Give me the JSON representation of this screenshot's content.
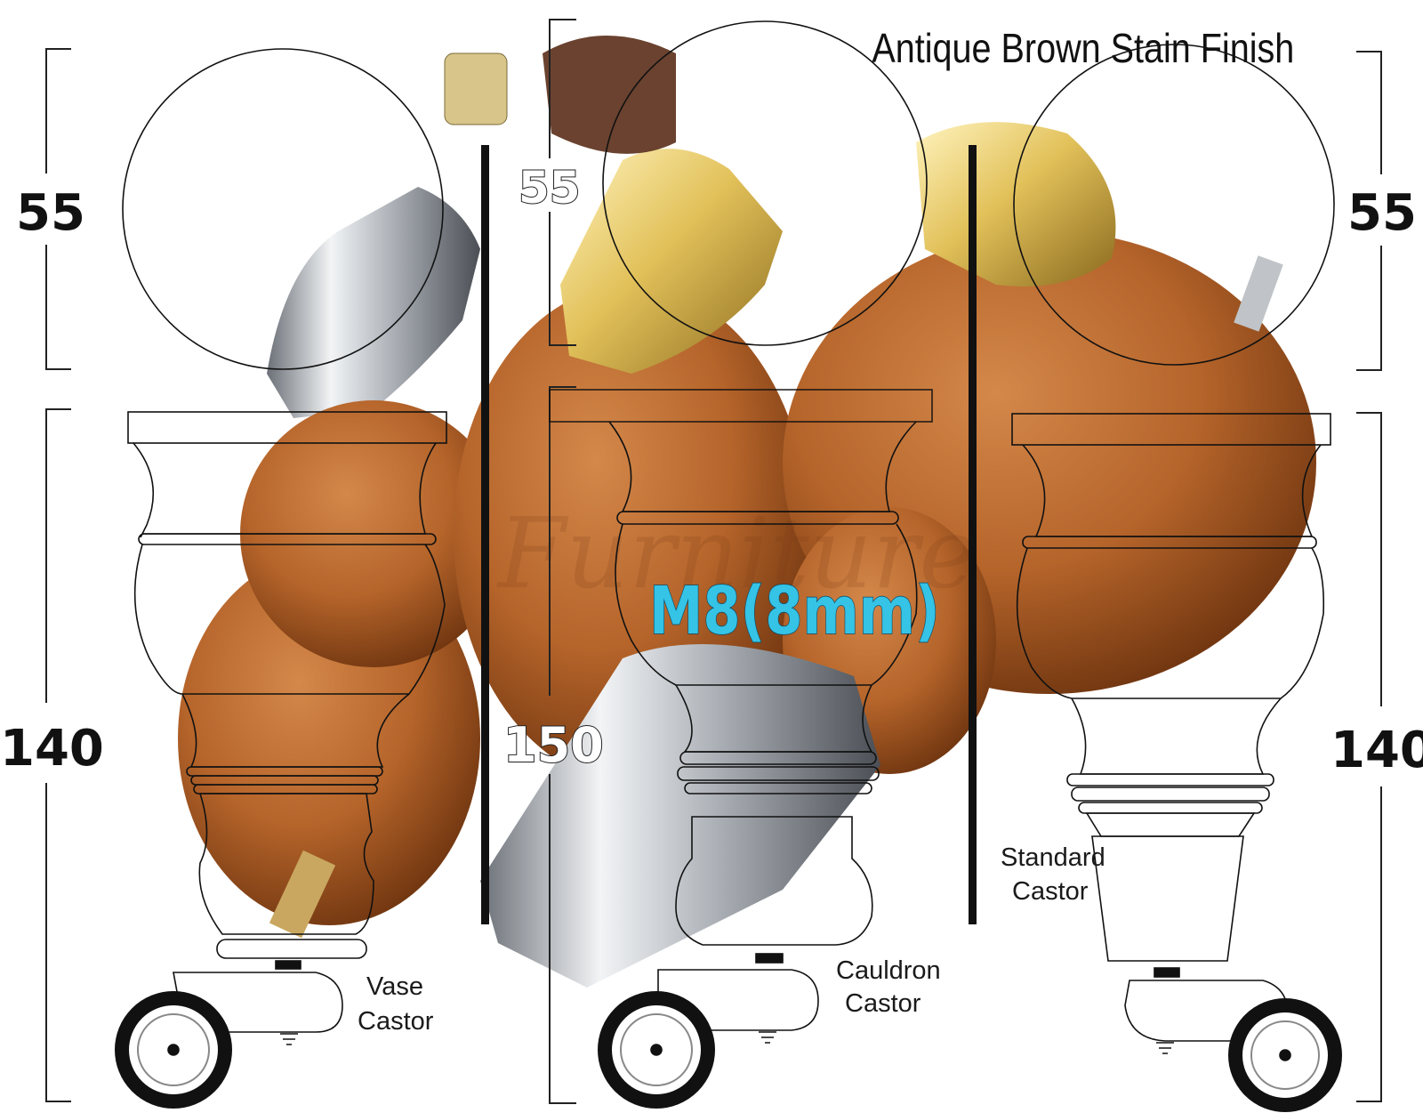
{
  "title": "Antique Brown Stain Finish",
  "thread_size": "M8(8mm)",
  "watermark": "Furniture",
  "legs": [
    {
      "castor_label": [
        "Vase",
        "Castor"
      ],
      "top_dim": "55",
      "height_dim": "140"
    },
    {
      "castor_label": [
        "Cauldron",
        "Castor"
      ],
      "top_dim": "55",
      "height_dim": "150"
    },
    {
      "castor_label": [
        "Standard",
        "Castor"
      ],
      "top_dim": "55",
      "height_dim": "140"
    }
  ],
  "colors": {
    "wood": "#b5642a",
    "wood_dark": "#7c3d14",
    "brass": "#e2c15a",
    "chrome": "#c9ced4",
    "outline": "#222222",
    "thread_label": "#35c3e6"
  }
}
